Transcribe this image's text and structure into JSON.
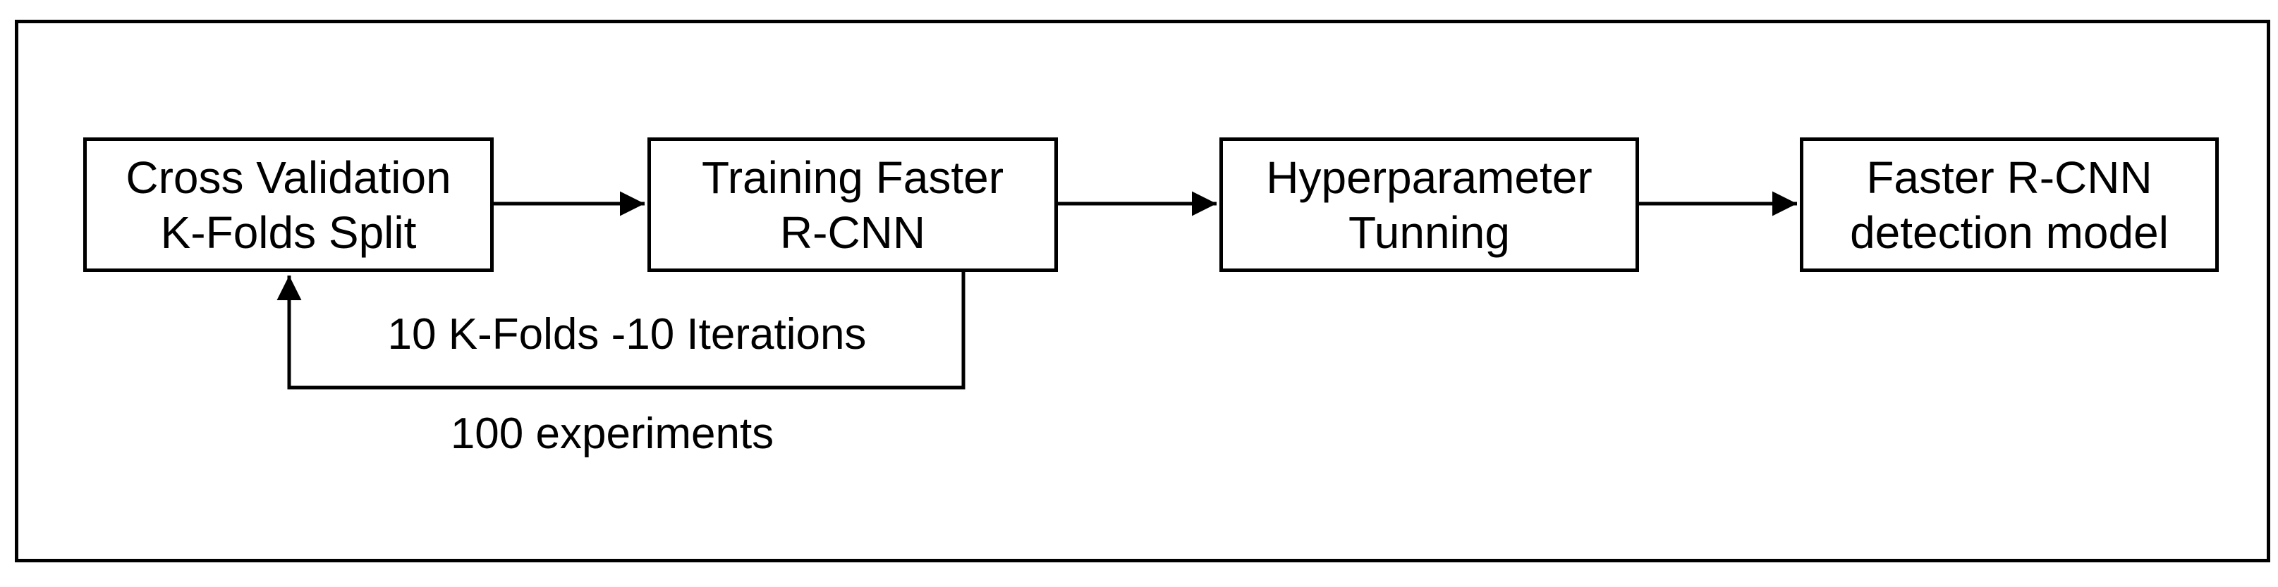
{
  "diagram": {
    "background_color": "#ffffff",
    "stroke_color": "#000000",
    "nodes": [
      {
        "id": "cross-validation-k-folds-split",
        "lines": [
          "Cross Validation",
          "K-Folds Split"
        ]
      },
      {
        "id": "training-faster-rcnn",
        "lines": [
          "Training Faster",
          "R-CNN"
        ]
      },
      {
        "id": "hyperparameter-tunning",
        "lines": [
          "Hyperparameter",
          "Tunning"
        ]
      },
      {
        "id": "faster-rcnn-detection-model",
        "lines": [
          "Faster R-CNN",
          "detection model"
        ]
      }
    ],
    "edges": [
      {
        "from": "cross-validation-k-folds-split",
        "to": "training-faster-rcnn",
        "type": "forward"
      },
      {
        "from": "training-faster-rcnn",
        "to": "hyperparameter-tunning",
        "type": "forward"
      },
      {
        "from": "hyperparameter-tunning",
        "to": "faster-rcnn-detection-model",
        "type": "forward"
      },
      {
        "from": "training-faster-rcnn",
        "to": "cross-validation-k-folds-split",
        "type": "feedback",
        "label": "10 K-Folds -10 Iterations",
        "sublabel": "100 experiments"
      }
    ],
    "loop": {
      "label": "10 K-Folds -10 Iterations",
      "sublabel": "100 experiments"
    }
  }
}
